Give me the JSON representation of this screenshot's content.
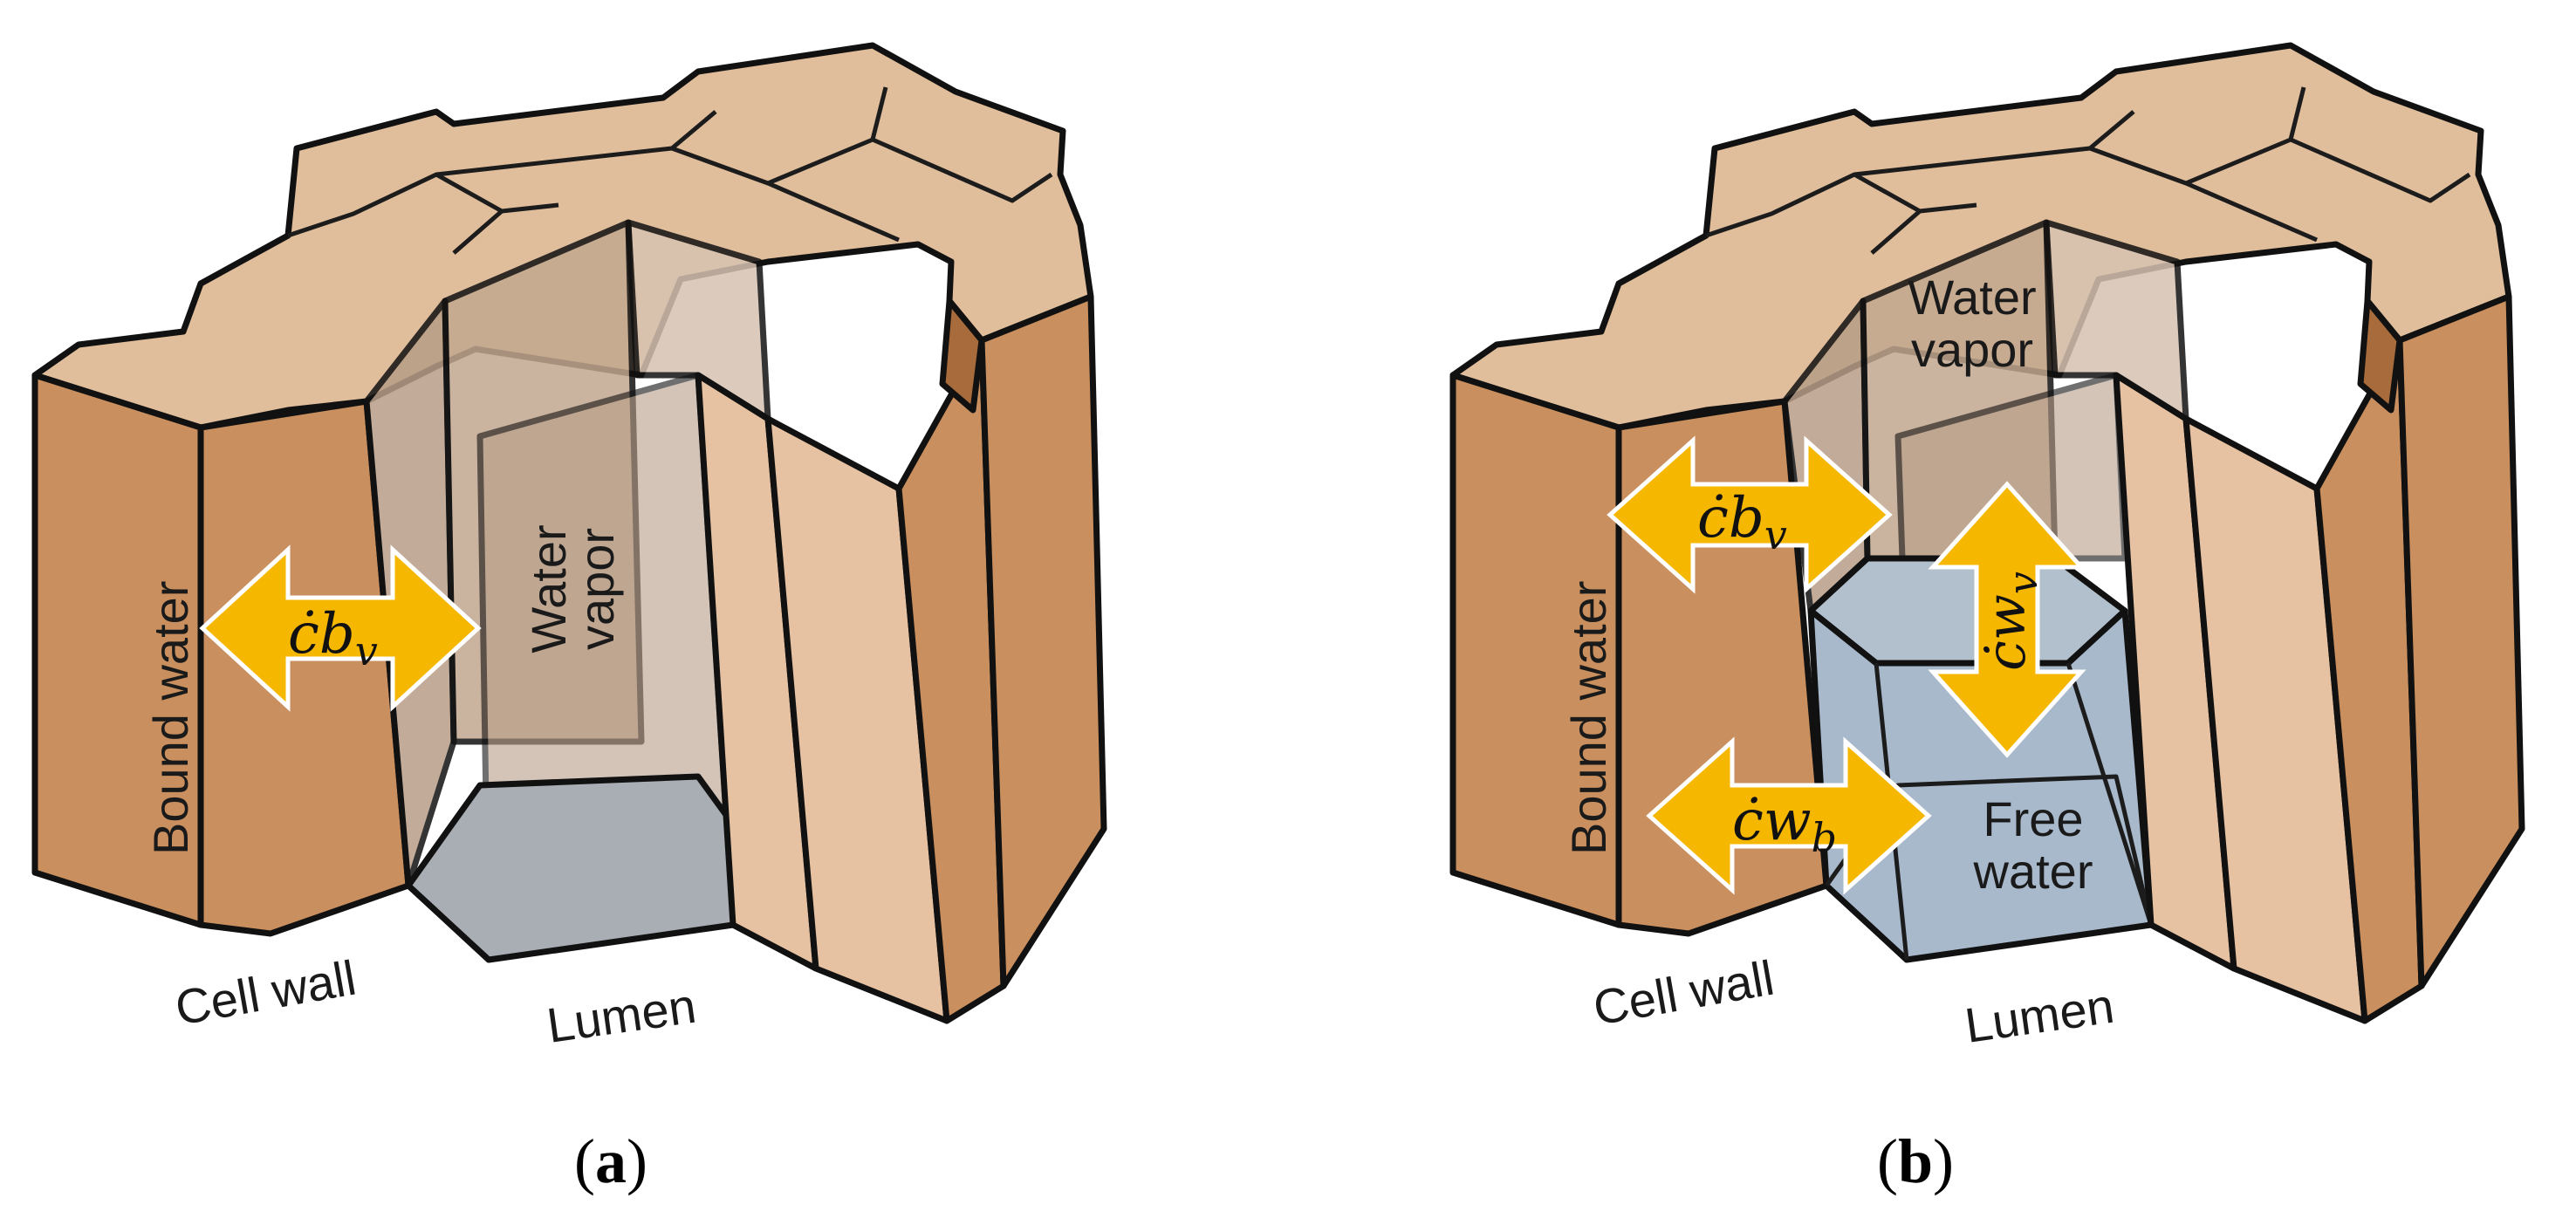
{
  "colors": {
    "wall_top": "#e0bd9b",
    "wall_front_dark": "#c98f5e",
    "wall_front_light": "#e6c2a2",
    "lumen_glass": "#b89e88",
    "free_water": "#a9b9cc",
    "arrow_fill": "#f5b700",
    "arrow_stroke": "#ffffff"
  },
  "panel_a": {
    "label_bound_water": "Bound water",
    "label_vapor_line1": "Water",
    "label_vapor_line2": "vapor",
    "label_cell_wall": "Cell wall",
    "label_lumen": "Lumen",
    "flux_bv": "ċbv",
    "caption_open": "(",
    "caption_letter": "a",
    "caption_close": ")"
  },
  "panel_b": {
    "label_bound_water": "Bound water",
    "label_vapor_line1": "Water",
    "label_vapor_line2": "vapor",
    "label_free_line1": "Free",
    "label_free_line2": "water",
    "label_cell_wall": "Cell wall",
    "label_lumen": "Lumen",
    "flux_bv": "ċbv",
    "flux_wv": "ċwv",
    "flux_wb": "ċwb",
    "caption_open": "(",
    "caption_letter": "b",
    "caption_close": ")"
  }
}
